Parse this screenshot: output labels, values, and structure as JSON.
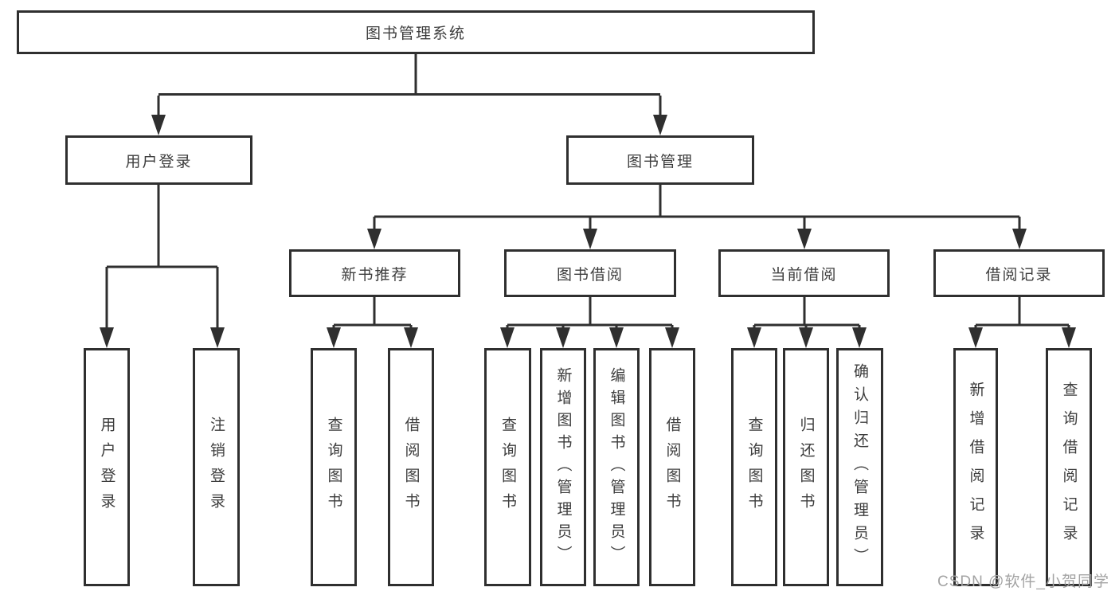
{
  "diagram": {
    "root": {
      "label": "图书管理系统"
    },
    "level2": {
      "user_login": {
        "label": "用户登录"
      },
      "book_management": {
        "label": "图书管理"
      }
    },
    "level3": {
      "new_book_recommend": {
        "label": "新书推荐"
      },
      "book_borrow": {
        "label": "图书借阅"
      },
      "current_borrow": {
        "label": "当前借阅"
      },
      "borrow_record": {
        "label": "借阅记录"
      }
    },
    "leaves": {
      "login_user_login": "用户登录",
      "login_logout": "注销登录",
      "rec_query_books": "查询图书",
      "rec_borrow_books": "借阅图书",
      "bb_query_books": "查询图书",
      "bb_add_books": "新增图书（管理员）",
      "bb_edit_books": "编辑图书（管理员）",
      "bb_borrow_books": "借阅图书",
      "cb_query_books": "查询图书",
      "cb_return_books": "归还图书",
      "cb_confirm_return": "确认归还（管理员）",
      "br_add_record": "新增借阅记录",
      "br_query_record": "查询借阅记录"
    }
  },
  "watermark": {
    "text": "CSDN @软件_小贺同学"
  },
  "colors": {
    "line": "#2f2f2f",
    "text": "#3d3d3d",
    "watermark": "#a3a3a3",
    "background": "#ffffff"
  }
}
